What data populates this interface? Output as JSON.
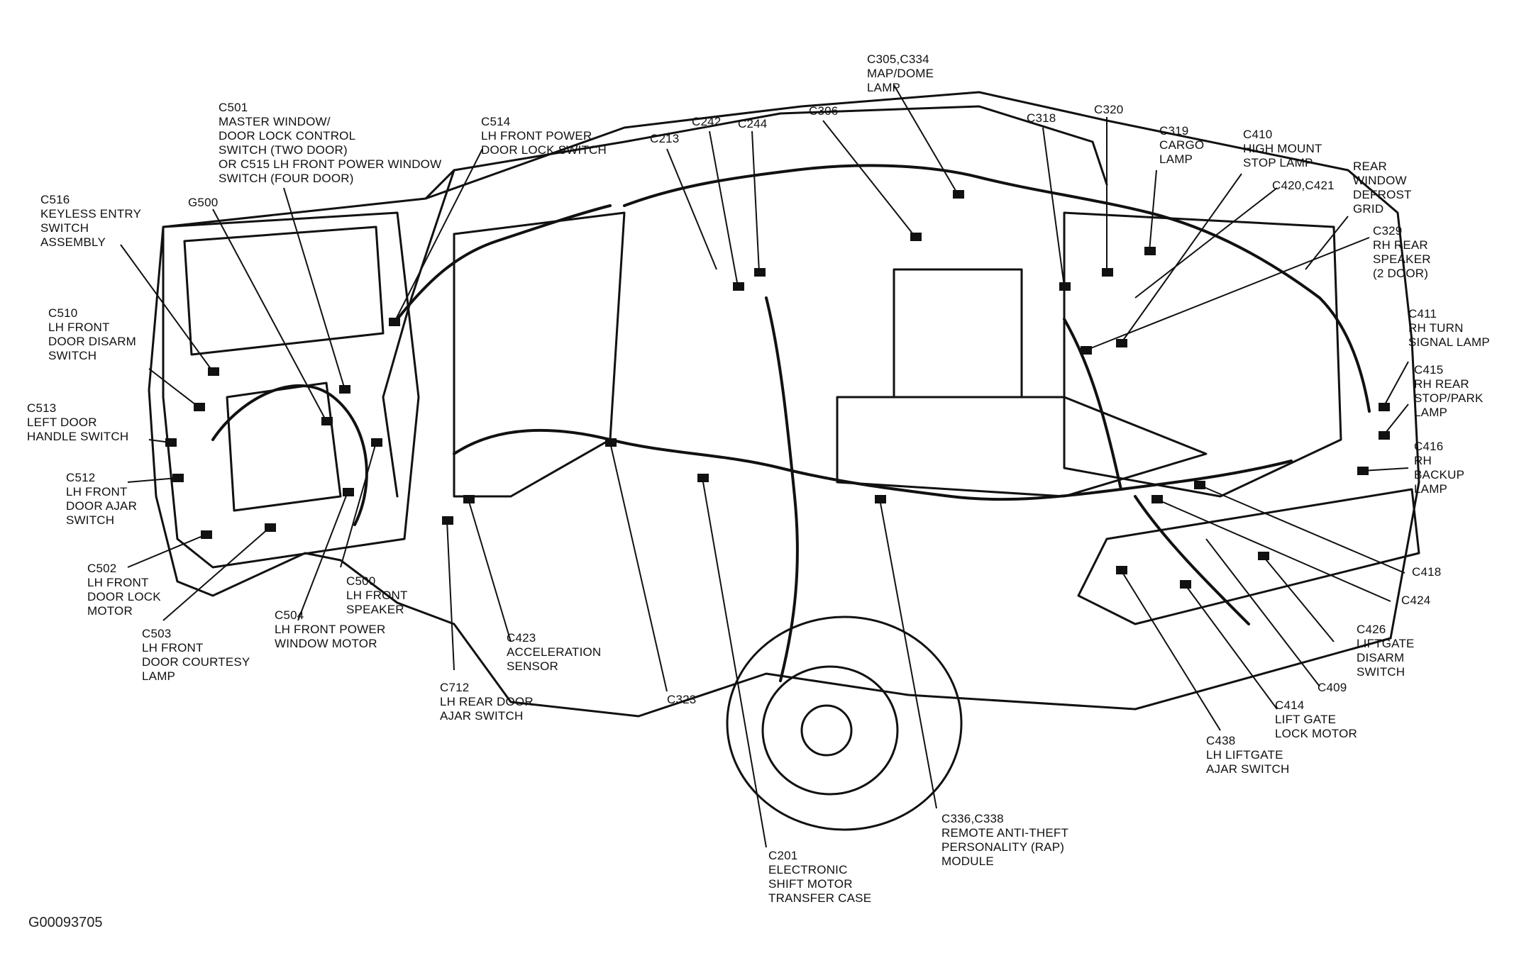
{
  "figure_id": "G00093705",
  "colors": {
    "line": "#111111",
    "background": "#ffffff"
  },
  "callouts": [
    {
      "id": "c305",
      "lines": [
        "C305,C334",
        "MAP/DOME",
        "LAMP"
      ]
    },
    {
      "id": "c501",
      "lines": [
        "C501",
        "MASTER WINDOW/",
        "DOOR LOCK CONTROL",
        "SWITCH (TWO DOOR)",
        "OR C515 LH FRONT POWER WINDOW",
        "SWITCH (FOUR DOOR)"
      ]
    },
    {
      "id": "c514",
      "lines": [
        "C514",
        "LH FRONT POWER",
        "DOOR LOCK SWITCH"
      ]
    },
    {
      "id": "c306",
      "lines": [
        "C306"
      ]
    },
    {
      "id": "c318",
      "lines": [
        "C318"
      ]
    },
    {
      "id": "c320",
      "lines": [
        "C320"
      ]
    },
    {
      "id": "c242",
      "lines": [
        "C242"
      ]
    },
    {
      "id": "c244",
      "lines": [
        "C244"
      ]
    },
    {
      "id": "c213",
      "lines": [
        "C213"
      ]
    },
    {
      "id": "c319",
      "lines": [
        "C319",
        "CARGO",
        "LAMP"
      ]
    },
    {
      "id": "c410",
      "lines": [
        "C410",
        "HIGH MOUNT",
        "STOP LAMP"
      ]
    },
    {
      "id": "rear-defrost",
      "lines": [
        "REAR",
        "WINDOW",
        "DEFROST",
        "GRID"
      ]
    },
    {
      "id": "c420",
      "lines": [
        "C420,C421"
      ]
    },
    {
      "id": "c329",
      "lines": [
        "C329",
        "RH REAR",
        "SPEAKER",
        "(2 DOOR)"
      ]
    },
    {
      "id": "c516",
      "lines": [
        "C516",
        "KEYLESS ENTRY",
        "SWITCH",
        "ASSEMBLY"
      ]
    },
    {
      "id": "g500",
      "lines": [
        "G500"
      ]
    },
    {
      "id": "c510",
      "lines": [
        "C510",
        "LH FRONT",
        "DOOR DISARM",
        "SWITCH"
      ]
    },
    {
      "id": "c411",
      "lines": [
        "C411",
        "RH TURN",
        "SIGNAL LAMP"
      ]
    },
    {
      "id": "c415",
      "lines": [
        "C415",
        "RH REAR",
        "STOP/PARK",
        "LAMP"
      ]
    },
    {
      "id": "c513",
      "lines": [
        "C513",
        "LEFT DOOR",
        "HANDLE SWITCH"
      ]
    },
    {
      "id": "c416",
      "lines": [
        "C416",
        "RH",
        "BACKUP",
        "LAMP"
      ]
    },
    {
      "id": "c512",
      "lines": [
        "C512",
        "LH FRONT",
        "DOOR AJAR",
        "SWITCH"
      ]
    },
    {
      "id": "c502",
      "lines": [
        "C502",
        "LH FRONT",
        "DOOR LOCK",
        "MOTOR"
      ]
    },
    {
      "id": "c500",
      "lines": [
        "C500",
        "LH FRONT",
        "SPEAKER"
      ]
    },
    {
      "id": "c418",
      "lines": [
        "C418"
      ]
    },
    {
      "id": "c424",
      "lines": [
        "C424"
      ]
    },
    {
      "id": "c504",
      "lines": [
        "C504",
        "LH FRONT POWER",
        "WINDOW MOTOR"
      ]
    },
    {
      "id": "c503",
      "lines": [
        "C503",
        "LH FRONT",
        "DOOR COURTESY",
        "LAMP"
      ]
    },
    {
      "id": "c423",
      "lines": [
        "C423",
        "ACCELERATION",
        "SENSOR"
      ]
    },
    {
      "id": "c426",
      "lines": [
        "C426",
        "LIFTGATE",
        "DISARM",
        "SWITCH"
      ]
    },
    {
      "id": "c409",
      "lines": [
        "C409"
      ]
    },
    {
      "id": "c712",
      "lines": [
        "C712",
        "LH REAR DOOR",
        "AJAR SWITCH"
      ]
    },
    {
      "id": "c323",
      "lines": [
        "C323"
      ]
    },
    {
      "id": "c414",
      "lines": [
        "C414",
        "LIFT GATE",
        "LOCK MOTOR"
      ]
    },
    {
      "id": "c438",
      "lines": [
        "C438",
        "LH LIFTGATE",
        "AJAR SWITCH"
      ]
    },
    {
      "id": "c336",
      "lines": [
        "C336,C338",
        "REMOTE ANTI-THEFT",
        "PERSONALITY (RAP)",
        "MODULE"
      ]
    },
    {
      "id": "c201",
      "lines": [
        "C201",
        "ELECTRONIC",
        "SHIFT MOTOR",
        "TRANSFER CASE"
      ]
    }
  ]
}
